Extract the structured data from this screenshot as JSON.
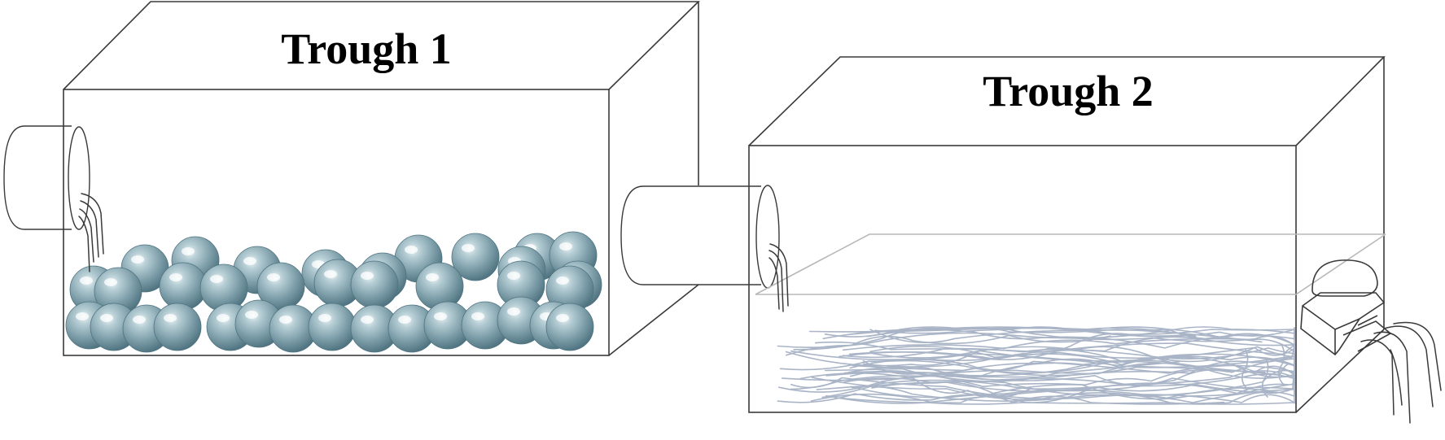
{
  "troughs": [
    {
      "id": "trough-1",
      "title": "Trough 1",
      "contents": "spheres"
    },
    {
      "id": "trough-2",
      "title": "Trough 2",
      "contents": "fibers"
    }
  ],
  "colors": {
    "outline": "#3a3a3a",
    "sphere_base": "#7fa0ab",
    "sphere_dark": "#4f7380",
    "fiber": "#a9b4c7",
    "water_line": "#b8b8b8"
  }
}
